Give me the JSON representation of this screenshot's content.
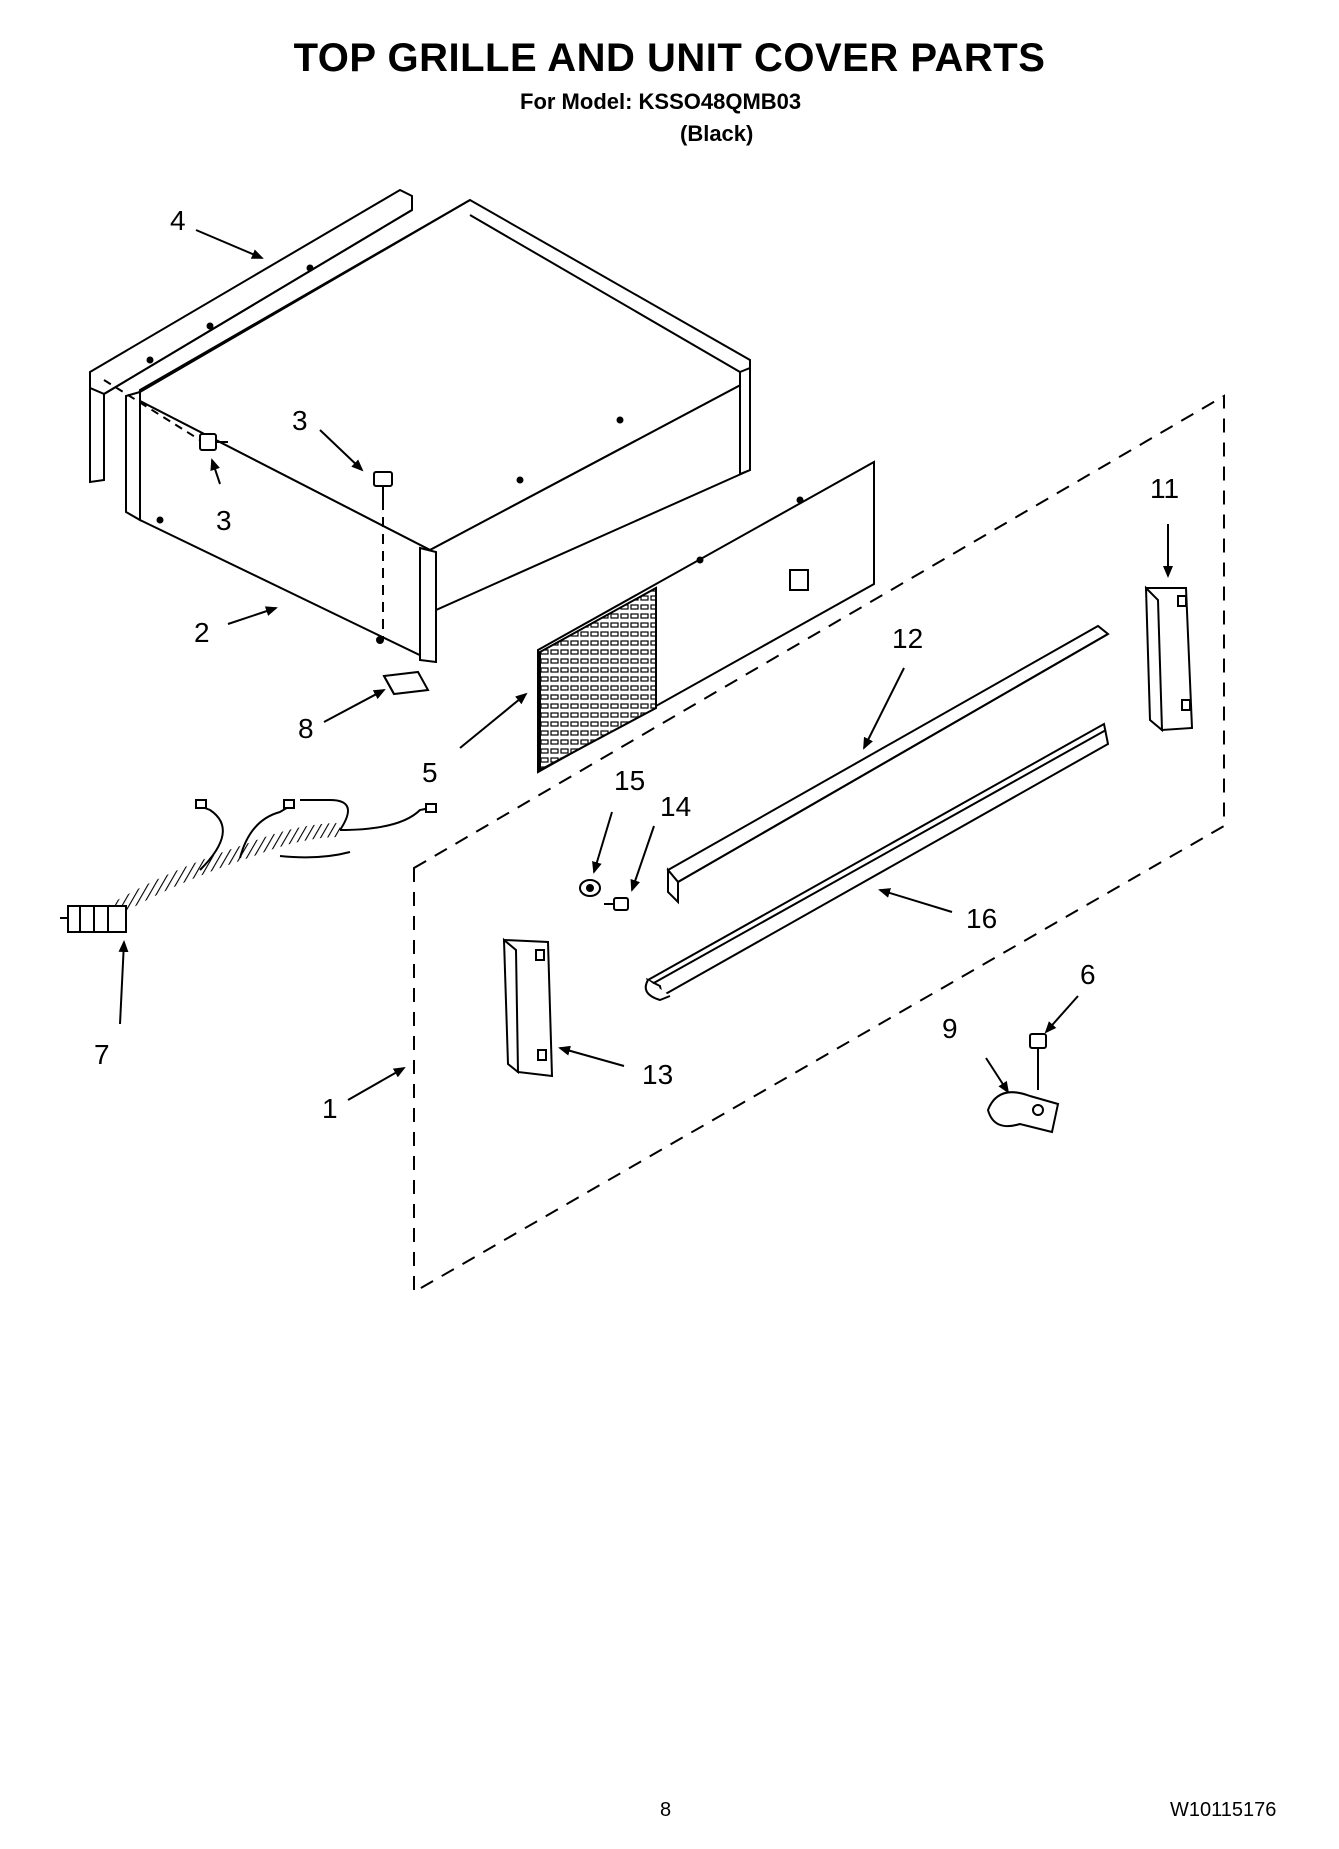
{
  "header": {
    "title": "TOP GRILLE AND UNIT COVER PARTS",
    "model_line": "For Model: KSSO48QMB03",
    "color_line": "(Black)"
  },
  "callouts": {
    "c1": "1",
    "c2": "2",
    "c3a": "3",
    "c3b": "3",
    "c4": "4",
    "c5": "5",
    "c6": "6",
    "c7": "7",
    "c8": "8",
    "c9": "9",
    "c11": "11",
    "c12": "12",
    "c13": "13",
    "c14": "14",
    "c15": "15",
    "c16": "16"
  },
  "footer": {
    "page_number": "8",
    "doc_number": "W10115176"
  }
}
